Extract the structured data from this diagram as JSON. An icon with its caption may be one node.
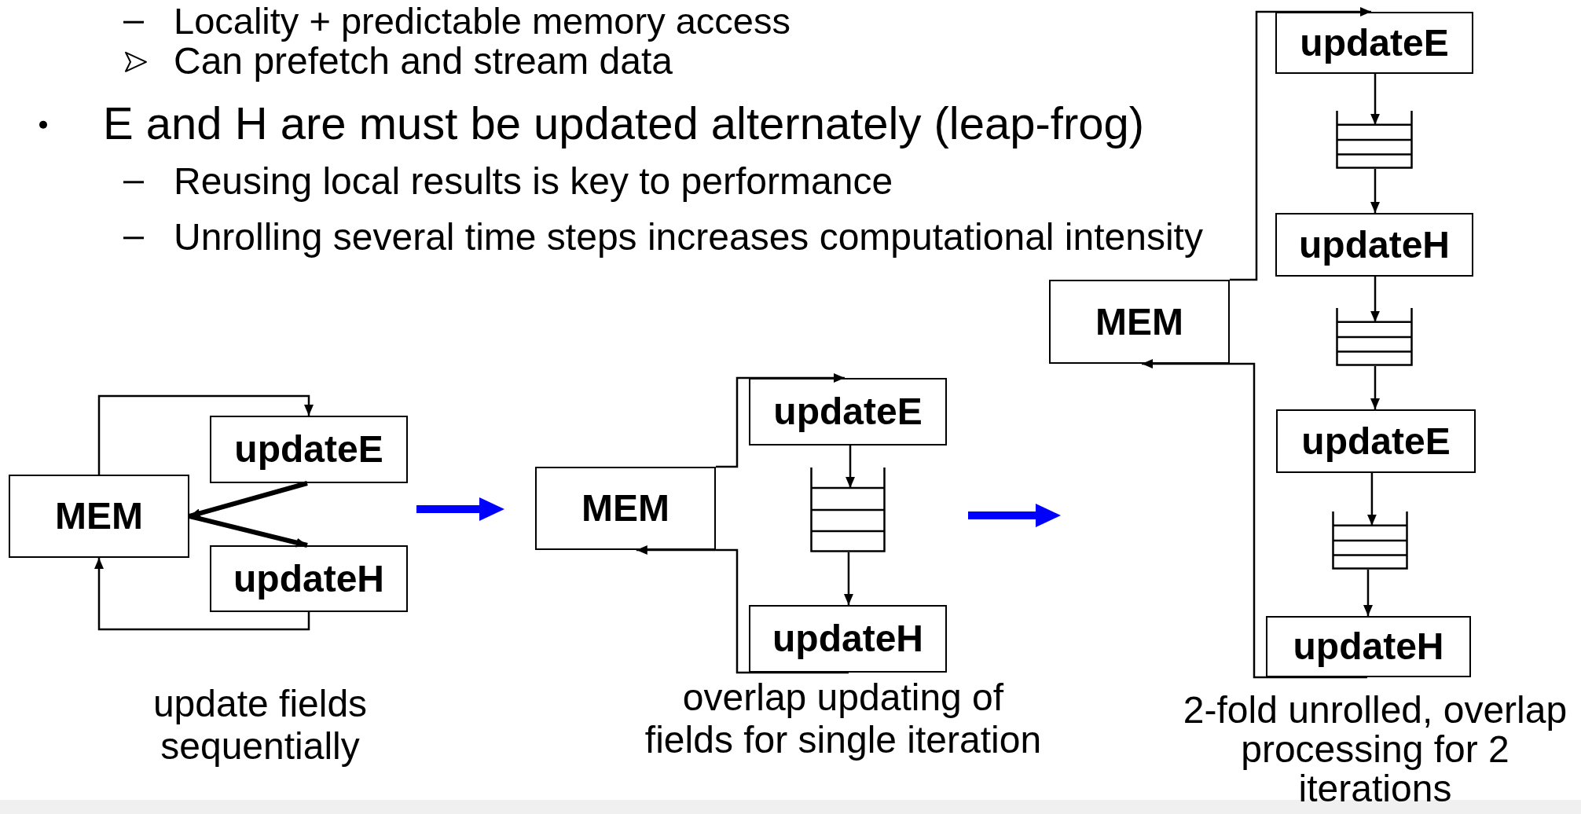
{
  "diagram": {
    "nodes": [
      {
        "text": [
          "MEM"
        ]
      },
      {
        "text": [
          "updateE"
        ]
      },
      {
        "text": [
          "updateH"
        ]
      },
      {
        "text": [
          "MEM"
        ]
      },
      {
        "text": [
          "updateE"
        ]
      },
      {
        "text": [],
        "shape": "queue"
      },
      {
        "text": [
          "updateH"
        ]
      },
      {
        "text": [
          "MEM"
        ]
      },
      {
        "text": [
          "updateE"
        ]
      },
      {
        "text": [],
        "shape": "queue"
      },
      {
        "text": [
          "updateH"
        ]
      },
      {
        "text": [],
        "shape": "queue"
      },
      {
        "text": [
          "updateE"
        ]
      },
      {
        "text": [],
        "shape": "queue"
      },
      {
        "text": [
          "updateH"
        ]
      }
    ],
    "edges": [
      {
        "from": 0,
        "to": 1,
        "arrow": "to"
      },
      {
        "from": 1,
        "to": 0,
        "arrow": "to",
        "style": "thick"
      },
      {
        "from": 0,
        "to": 2,
        "arrow": "to",
        "style": "thick"
      },
      {
        "from": 2,
        "to": 0,
        "arrow": "to"
      },
      {
        "from": 3,
        "to": 4,
        "arrow": "to"
      },
      {
        "from": 4,
        "to": 5,
        "arrow": "to"
      },
      {
        "from": 5,
        "to": 6,
        "arrow": "to"
      },
      {
        "from": 6,
        "to": 3,
        "arrow": "to"
      },
      {
        "from": 7,
        "to": 8,
        "arrow": "to"
      },
      {
        "from": 8,
        "to": 9,
        "arrow": "to"
      },
      {
        "from": 9,
        "to": 10,
        "arrow": "to"
      },
      {
        "from": 10,
        "to": 11,
        "arrow": "to"
      },
      {
        "from": 11,
        "to": 12,
        "arrow": "to"
      },
      {
        "from": 12,
        "to": 13,
        "arrow": "to"
      },
      {
        "from": 13,
        "to": 14,
        "arrow": "to"
      },
      {
        "from": 14,
        "to": 7,
        "arrow": "to"
      }
    ],
    "labels": [
      "Locality + predictable memory access",
      "Can prefetch and stream data",
      "E and H are must be updated alternately (leap-frog)",
      "Reusing local results is key to performance",
      "Unrolling several time steps increases computational intensity",
      "update fields sequentially",
      "overlap updating of fields for single iteration",
      "2-fold unrolled, overlap processing for 2 iterations"
    ]
  }
}
